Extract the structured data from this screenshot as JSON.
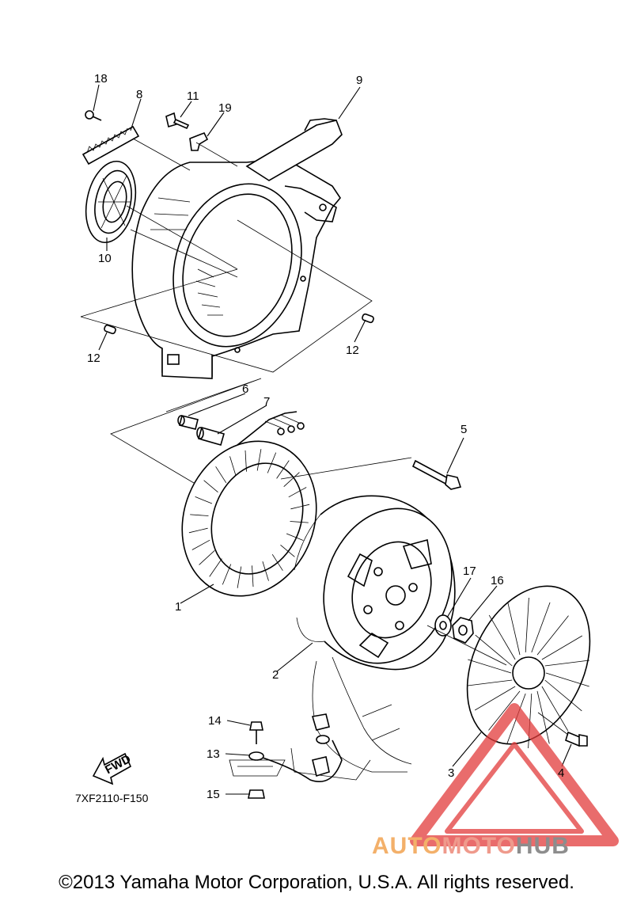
{
  "figure": {
    "code": "7XF2110-F150",
    "fwd_label": "FWD",
    "copyright": "©2013 Yamaha Motor Corporation, U.S.A. All rights reserved."
  },
  "watermark": {
    "part1": "AUTO",
    "part2": "MOTO",
    "part3": "HUB",
    "colors": {
      "auto": "#f3b06a",
      "moto": "#ef9a8c",
      "hub": "#8d8d8d",
      "triangle": "#e23b3b"
    }
  },
  "callouts": [
    {
      "id": "c1",
      "label": "1"
    },
    {
      "id": "c2",
      "label": "2"
    },
    {
      "id": "c3",
      "label": "3"
    },
    {
      "id": "c4",
      "label": "4"
    },
    {
      "id": "c5",
      "label": "5"
    },
    {
      "id": "c6",
      "label": "6"
    },
    {
      "id": "c7",
      "label": "7"
    },
    {
      "id": "c8",
      "label": "8"
    },
    {
      "id": "c9",
      "label": "9"
    },
    {
      "id": "c10",
      "label": "10"
    },
    {
      "id": "c11",
      "label": "11"
    },
    {
      "id": "c12a",
      "label": "12"
    },
    {
      "id": "c12b",
      "label": "12"
    },
    {
      "id": "c13",
      "label": "13"
    },
    {
      "id": "c14",
      "label": "14"
    },
    {
      "id": "c15",
      "label": "15"
    },
    {
      "id": "c16",
      "label": "16"
    },
    {
      "id": "c17",
      "label": "17"
    },
    {
      "id": "c18",
      "label": "18"
    },
    {
      "id": "c19",
      "label": "19"
    }
  ]
}
